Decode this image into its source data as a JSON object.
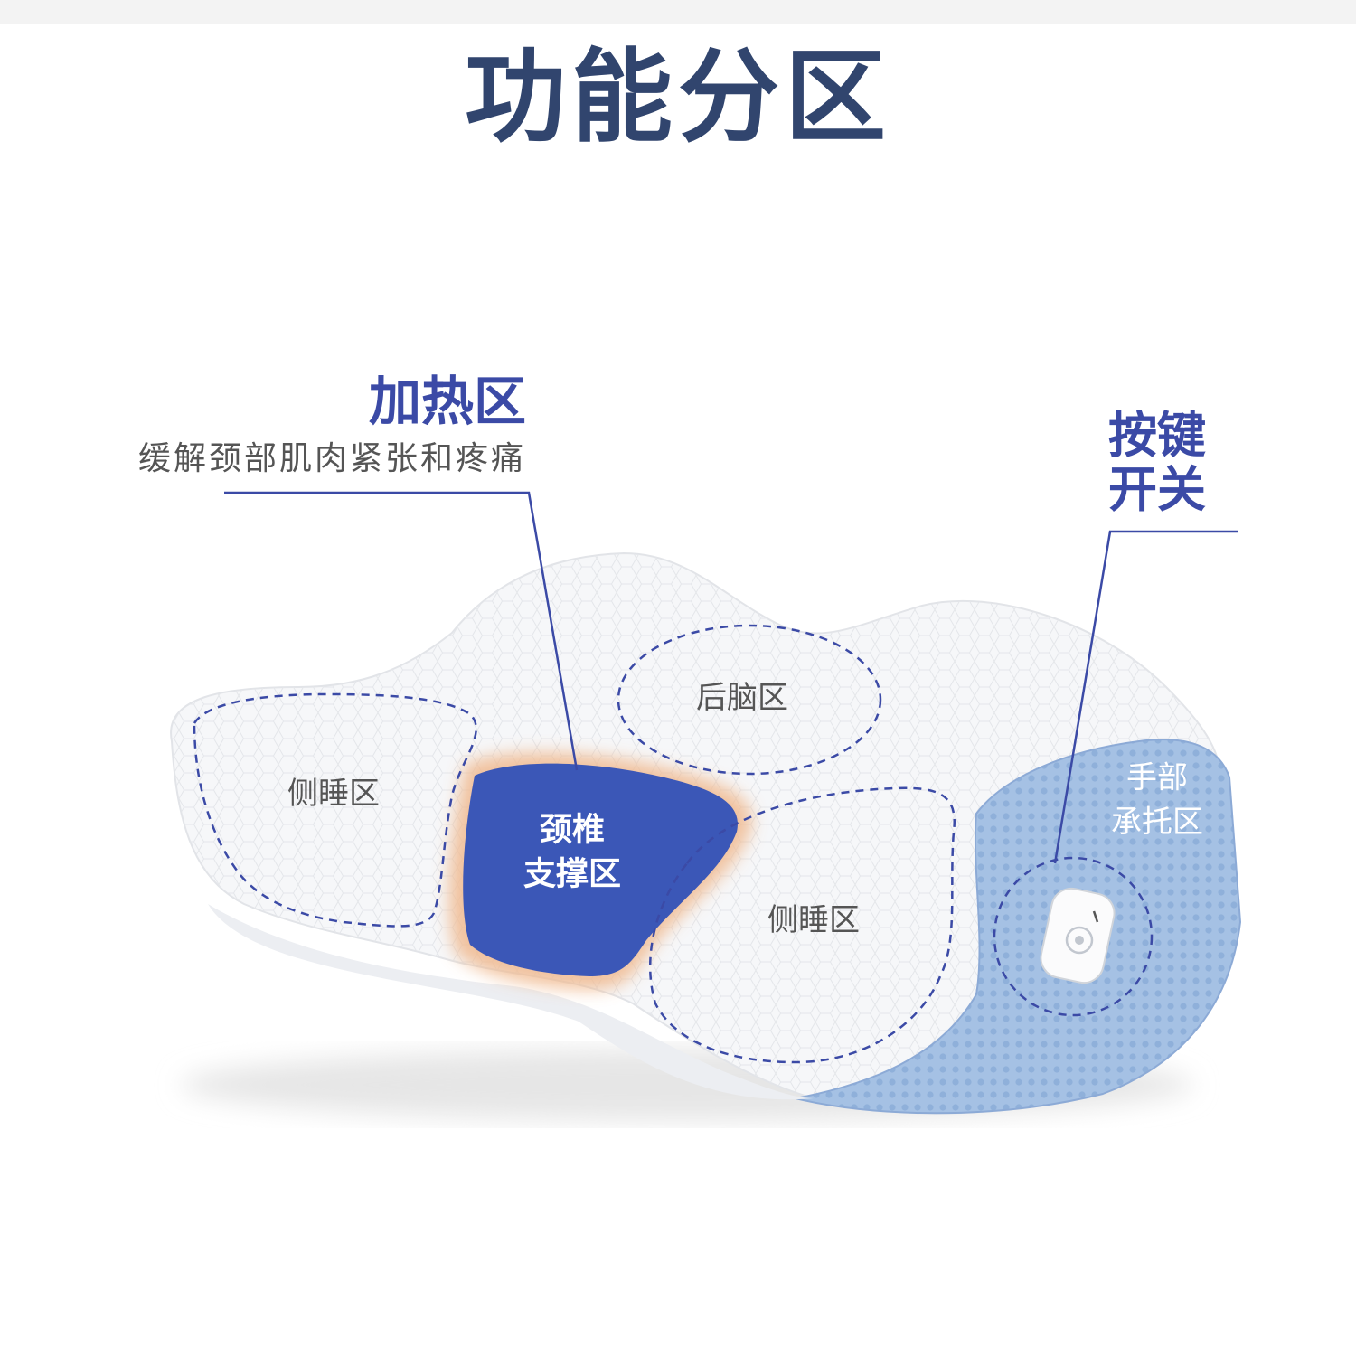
{
  "title": "功能分区",
  "callouts": {
    "heating": {
      "title": "加热区",
      "description": "缓解颈部肌肉紧张和疼痛"
    },
    "switch": {
      "line1": "按键",
      "line2": "开关"
    }
  },
  "zones": {
    "back_head": "后脑区",
    "side_left": "侧睡区",
    "side_right": "侧睡区",
    "neck": {
      "line1": "颈椎",
      "line2": "支撑区"
    },
    "hand": {
      "line1": "手部",
      "line2": "承托区"
    }
  },
  "colors": {
    "title": "#31456e",
    "accent": "#3b4aa6",
    "heat_zone": "#3b57b7",
    "mesh": "#9ebbe0",
    "pillow": "#f4f5f7"
  },
  "icons": [
    "power-button-icon"
  ]
}
